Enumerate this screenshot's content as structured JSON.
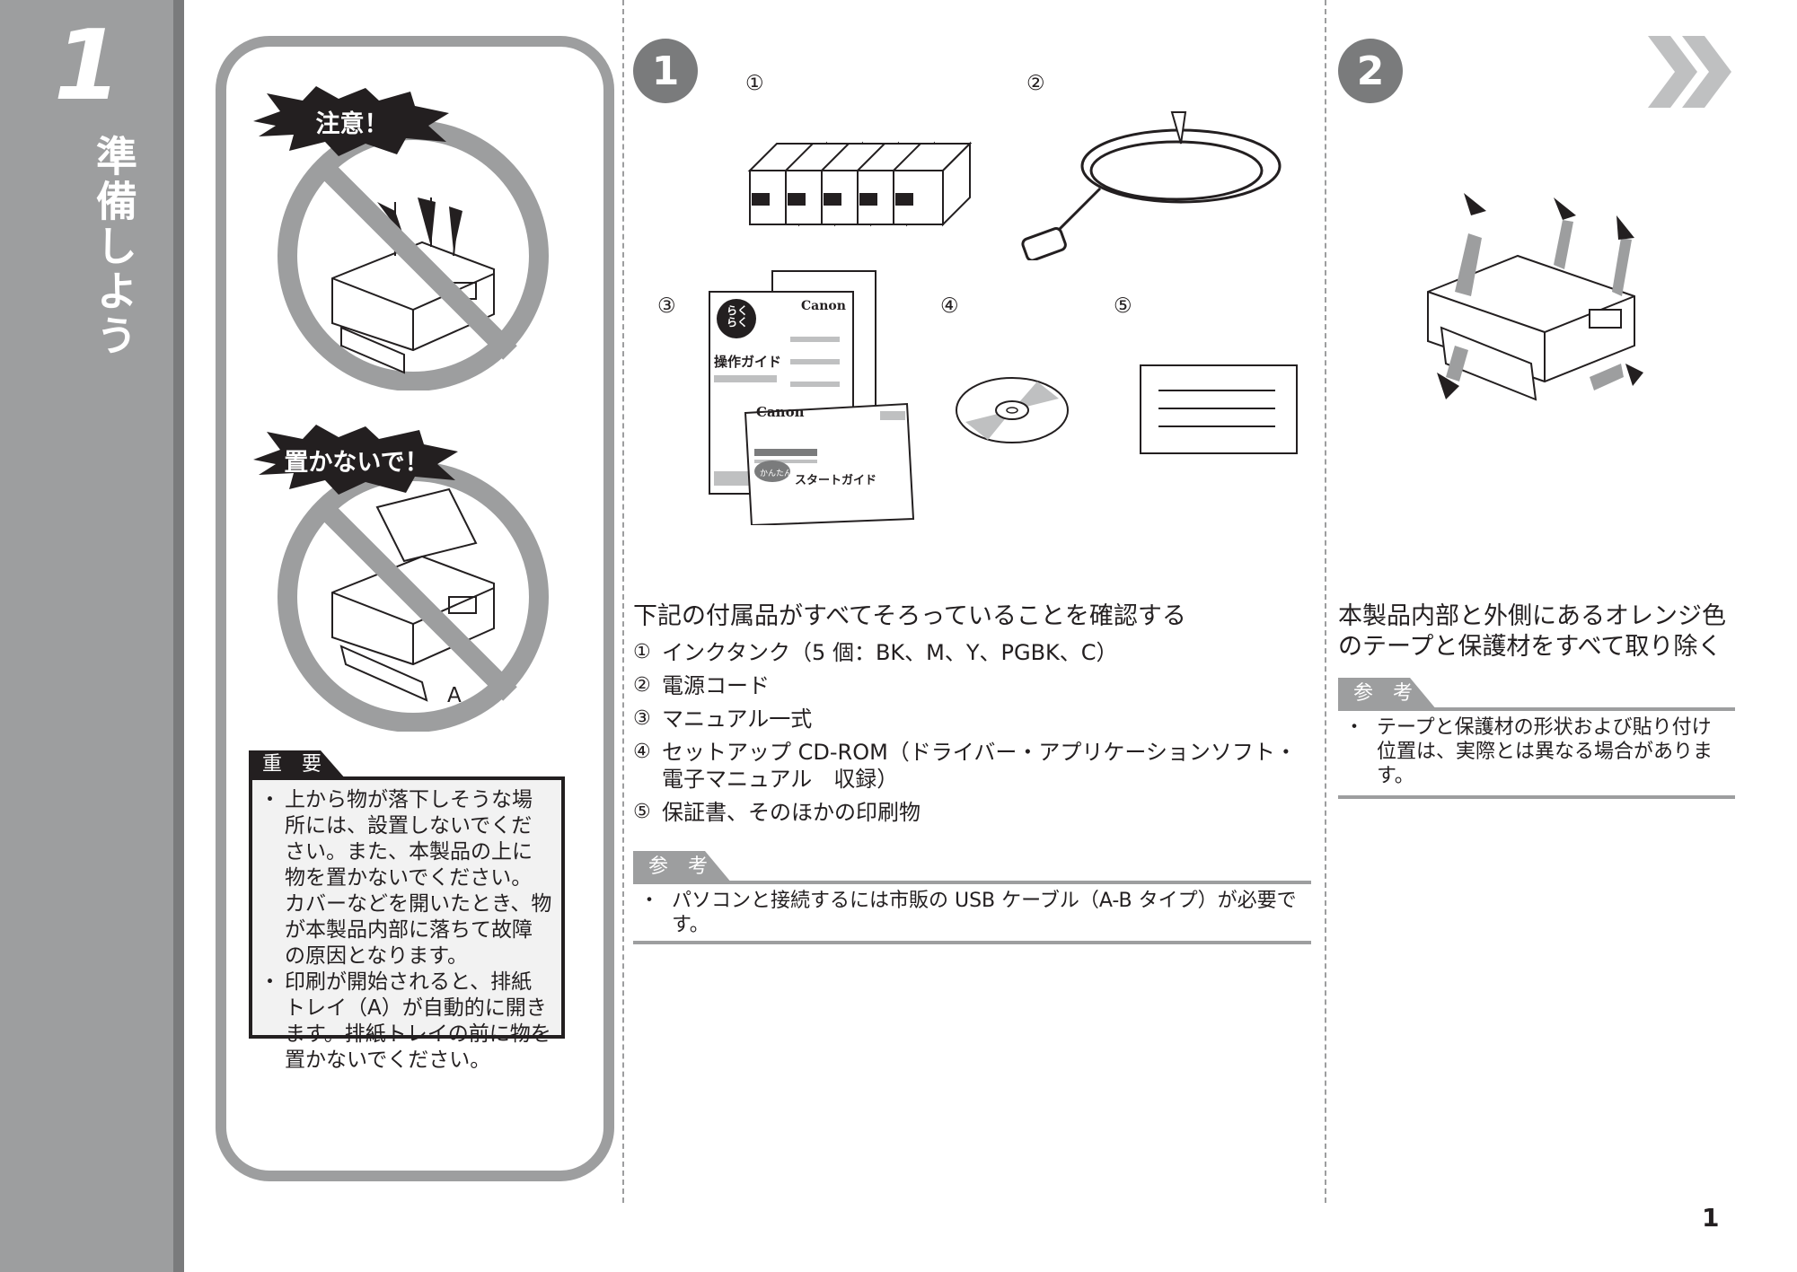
{
  "chapter": {
    "number": "1",
    "title": "準備しよう"
  },
  "caution": {
    "label_top": "注意！",
    "label_bottom": "置かないで！",
    "tray_label": "A"
  },
  "important": {
    "tab": "重　要",
    "items": [
      "上から物が落下しそうな場所には、設置しないでください。また、本製品の上に物を置かないでください。カバーなどを開いたとき、物が本製品内部に落ちて故障の原因となります。",
      "印刷が開始されると、排紙トレイ（A）が自動的に開きます。排紙トレイの前に物を置かないでください。"
    ]
  },
  "step1": {
    "badge": "1",
    "markers": [
      "①",
      "②",
      "③",
      "④",
      "⑤"
    ],
    "manual_brand": "Canon",
    "manual_raku": "らく\nらく",
    "manual_title": "操作ガイド",
    "guide_brand": "Canon",
    "guide_kantan": "かんたん",
    "guide_title": "スタートガイド",
    "title": "下記の付属品がすべてそろっていることを確認する",
    "items": [
      {
        "marker": "①",
        "text": "インクタンク（5 個：BK、M、Y、PGBK、C）"
      },
      {
        "marker": "②",
        "text": "電源コード"
      },
      {
        "marker": "③",
        "text": "マニュアル一式"
      },
      {
        "marker": "④",
        "text": "セットアップ CD-ROM（ドライバー・アプリケーションソフト・電子マニュアル　収録）"
      },
      {
        "marker": "⑤",
        "text": "保証書、そのほかの印刷物"
      }
    ],
    "ref_tab": "参　考",
    "ref_note": "パソコンと接続するには市販の USB ケーブル（A-B タイプ）が必要です。"
  },
  "step2": {
    "badge": "2",
    "title": "本製品内部と外側にあるオレンジ色のテープと保護材をすべて取り除く",
    "ref_tab": "参　考",
    "ref_note": "テープと保護材の形状および貼り付け位置は、実際とは異なる場合があります。"
  },
  "page_number": "1",
  "colors": {
    "band": "#9d9e9f",
    "badge": "#7a7b7c",
    "text": "#231f20",
    "burst": "#231f20"
  }
}
